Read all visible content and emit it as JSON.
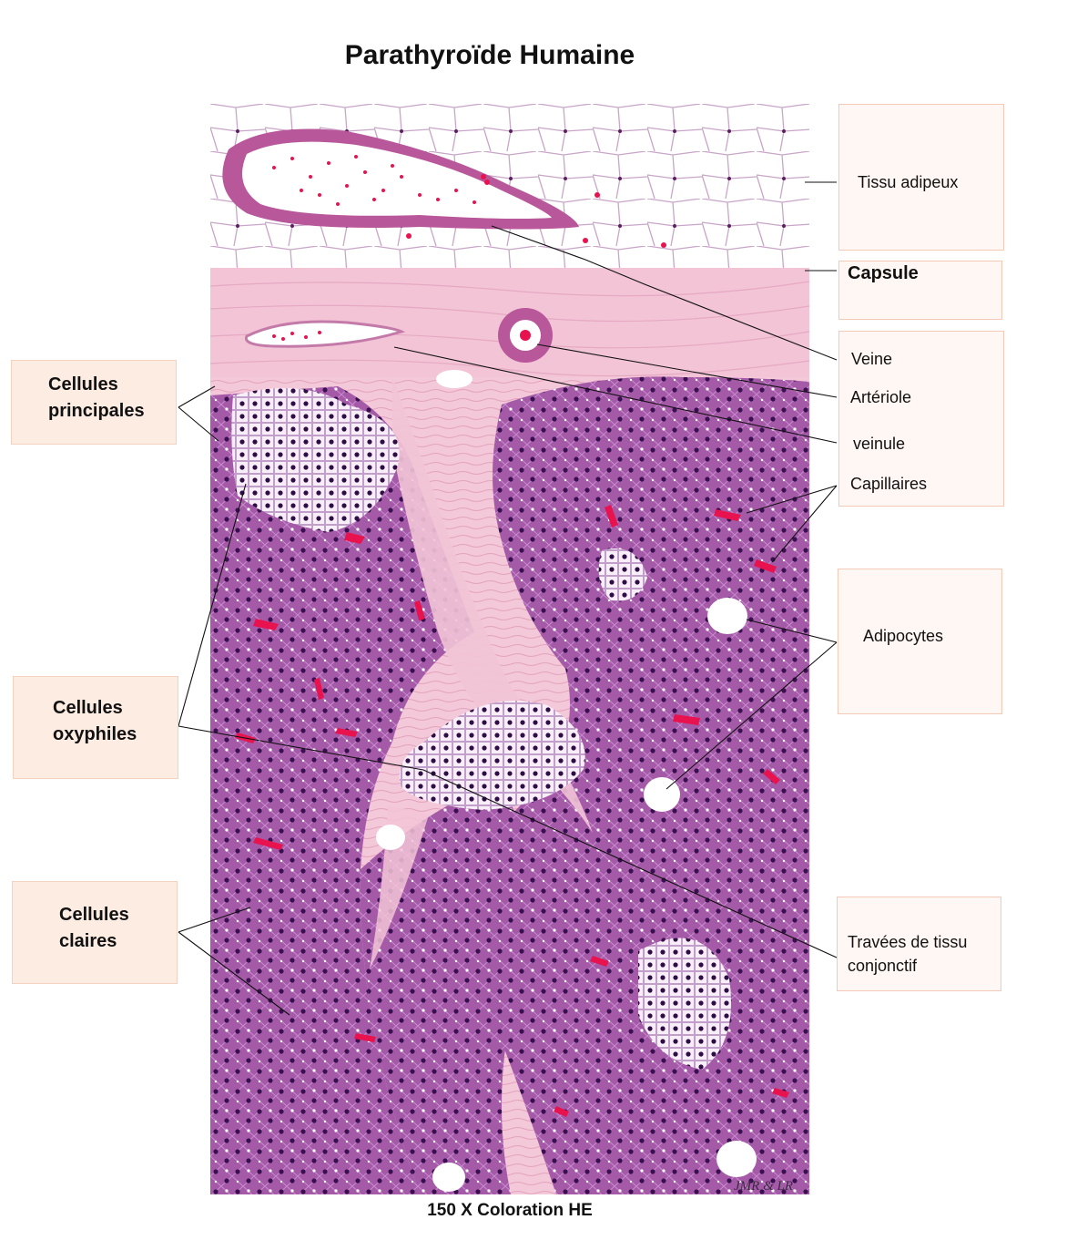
{
  "title": "Parathyroïde Humaine",
  "caption": "150 X Coloration HE",
  "credit": "JMR & LR",
  "left_labels": {
    "principales": [
      "Cellules",
      "principales"
    ],
    "oxyphiles": [
      "Cellules",
      "oxyphiles"
    ],
    "claires": [
      "Cellules",
      "claires"
    ]
  },
  "right_labels": {
    "tissu_adipeux": "Tissu adipeux",
    "capsule": "Capsule",
    "veine": "Veine",
    "arteriole": "Artériole",
    "veinule": "veinule",
    "capillaires": "Capillaires",
    "adipocytes": "Adipocytes",
    "travees": [
      "Travées de tissu",
      "conjonctif"
    ]
  },
  "colors": {
    "parenchyma": "#a55aa8",
    "connective": "#f2c2d4",
    "vessel_wall": "#b54f97",
    "red_blood_cells": "#e8124f",
    "nuclei": "#3a1050",
    "label_box_left": "#fdece2",
    "label_box_right": "#fff7f3"
  }
}
